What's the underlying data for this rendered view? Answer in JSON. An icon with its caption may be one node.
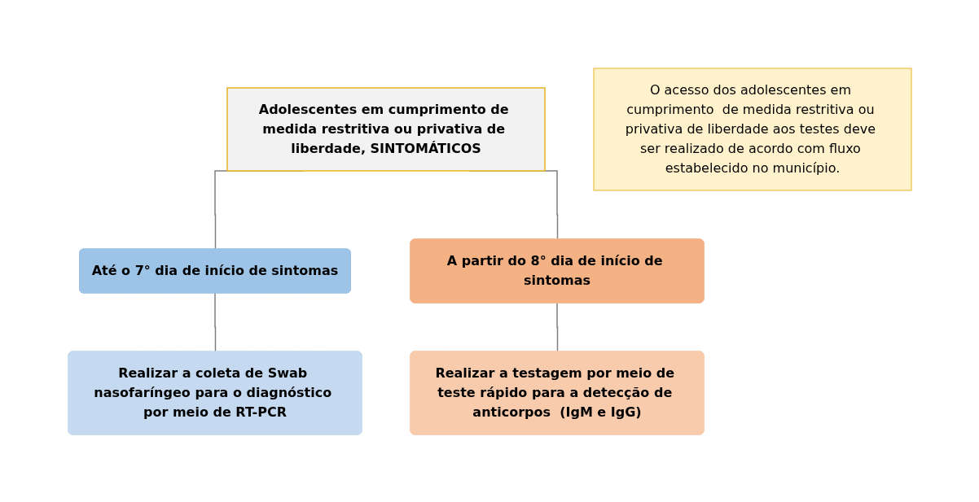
{
  "diagram": {
    "nodes": [
      {
        "text": [
          "Adolescentes em cumprimento de medida restritiva ou privativa de liberdade, SINTOMÁTICOS"
        ]
      },
      {
        "text": [
          "Até o 7° dia de início de sintomas"
        ]
      },
      {
        "text": [
          "A partir do 8° dia de início de sintomas"
        ]
      },
      {
        "text": [
          "Realizar a coleta de Swab nasofaríngeo para o diagnóstico por meio de RT-PCR"
        ]
      },
      {
        "text": [
          "Realizar a testagem por meio de teste rápido para a detecção de anticorpos  (IgM e IgG)"
        ]
      },
      {
        "text": [
          "O acesso dos adolescentes em cumprimento  de medida restritiva ou privativa de liberdade aos testes deve ser realizado de acordo com fluxo estabelecido no município."
        ]
      }
    ],
    "edges": [
      {
        "from": 0,
        "to": 1,
        "arrow": "none"
      },
      {
        "from": 0,
        "to": 2,
        "arrow": "none"
      },
      {
        "from": 1,
        "to": 3,
        "arrow": "none"
      },
      {
        "from": 2,
        "to": 4,
        "arrow": "none"
      }
    ]
  }
}
